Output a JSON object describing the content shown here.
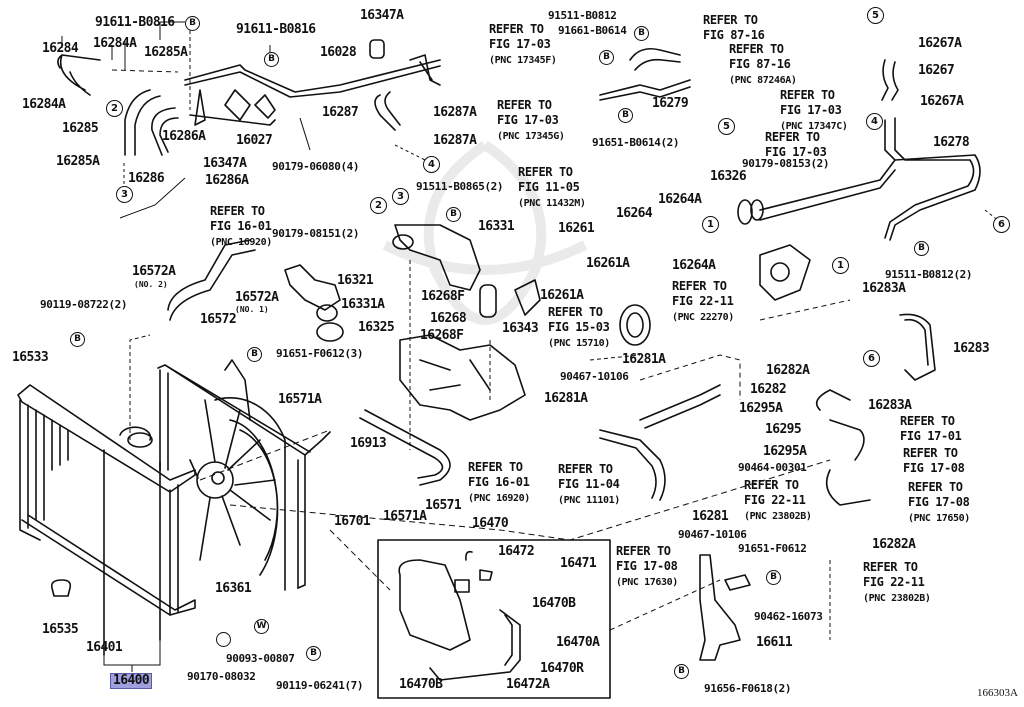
{
  "diagram": {
    "title": "Radiator & Water Outlet parts diagram",
    "figure_code": "166303A",
    "highlight_color": "#9f9fe0",
    "selected_part": "16400",
    "parts": {
      "p16284": "16284",
      "p16284A_a": "16284A",
      "p16284A_b": "16284A",
      "p16285A_a": "16285A",
      "p16285A_b": "16285A",
      "p16285": "16285",
      "p16286A_a": "16286A",
      "p16286A_b": "16286A",
      "p16286": "16286",
      "p16347A_a": "16347A",
      "p16347A_b": "16347A",
      "p16027": "16027",
      "p16028": "16028",
      "p90179_06080": "90179-06080(4)",
      "p91611_a": "91611-B0816",
      "p91611_b": "91611-B0816",
      "p16287": "16287",
      "p16287A_a": "16287A",
      "p16287A_b": "16287A",
      "p91511_B0812": "91511-B0812",
      "p91661_B0614": "91661-B0614",
      "p16279": "16279",
      "p91651_B0614": "91651-B0614(2)",
      "p16267A_a": "16267A",
      "p16267": "16267",
      "p16267A_b": "16267A",
      "p16278": "16278",
      "p90179_08153": "90179-08153(2)",
      "p16326": "16326",
      "p91511_B0865": "91511-B0865(2)",
      "p16331": "16331",
      "p16264": "16264",
      "p16264A_a": "16264A",
      "p16264A_b": "16264A",
      "p16261": "16261",
      "p16261A_a": "16261A",
      "p16261A_b": "16261A",
      "p91511_B0812_2": "91511-B0812(2)",
      "p90179_08151": "90179-08151(2)",
      "p16321": "16321",
      "p16331A": "16331A",
      "p16325": "16325",
      "p16572A_no2": "16572A",
      "no2": "(NO. 2)",
      "p16572A_no1": "16572A",
      "no1": "(NO. 1)",
      "p16572": "16572",
      "p90119_08722": "90119-08722(2)",
      "p16268F_a": "16268F",
      "p16268": "16268",
      "p16268F_b": "16268F",
      "p16343": "16343",
      "p16283A_a": "16283A",
      "p16283": "16283",
      "p16283A_b": "16283A",
      "p16533": "16533",
      "p91651_F0612_3": "91651-F0612(3)",
      "p16571A_a": "16571A",
      "p16913": "16913",
      "p16571": "16571",
      "p16571A_b": "16571A",
      "p16701": "16701",
      "p16361": "16361",
      "p16281A_a": "16281A",
      "p90467_a": "90467-10106",
      "p16281A_b": "16281A",
      "p16282A_a": "16282A",
      "p16282": "16282",
      "p16295A_a": "16295A",
      "p16295": "16295",
      "p16295A_b": "16295A",
      "p90464": "90464-00301",
      "p16281": "16281",
      "p90467_b": "90467-10106",
      "p16470": "16470",
      "p16472": "16472",
      "p16471": "16471",
      "p16470B_a": "16470B",
      "p16470A": "16470A",
      "p16470R": "16470R",
      "p16470B_b": "16470B",
      "p16472A": "16472A",
      "p91651_F0612": "91651-F0612",
      "p90462": "90462-16073",
      "p16611": "16611",
      "p91656": "91656-F0618(2)",
      "p16282A_b": "16282A",
      "p16535": "16535",
      "p16401": "16401",
      "p16400": "16400",
      "p90170": "90170-08032",
      "p90093": "90093-00807",
      "p90119_06241": "90119-06241(7)"
    },
    "refs": {
      "r1": {
        "line1": "REFER TO",
        "line2": "FIG 16-01",
        "pnc": "(PNC 16920)"
      },
      "r2": {
        "line1": "REFER TO",
        "line2": "FIG 17-03",
        "pnc": "(PNC 17345F)"
      },
      "r3": {
        "line1": "REFER TO",
        "line2": "FIG 17-03",
        "pnc": "(PNC 17345G)"
      },
      "r4": {
        "line1": "REFER TO",
        "line2": "FIG 87-16",
        "pnc": ""
      },
      "r5": {
        "line1": "REFER TO",
        "line2": "FIG 87-16",
        "pnc": "(PNC 87246A)"
      },
      "r6": {
        "line1": "REFER TO",
        "line2": "FIG 17-03",
        "pnc": "(PNC 17347C)"
      },
      "r7": {
        "line1": "REFER TO",
        "line2": "FIG 17-03",
        "pnc": ""
      },
      "r8": {
        "line1": "REFER TO",
        "line2": "FIG 11-05",
        "pnc": "(PNC 11432M)"
      },
      "r9": {
        "line1": "REFER TO",
        "line2": "FIG 22-11",
        "pnc": "(PNC 22270)"
      },
      "r10": {
        "line1": "REFER TO",
        "line2": "FIG 15-03",
        "pnc": "(PNC 15710)"
      },
      "r11": {
        "line1": "REFER TO",
        "line2": "FIG 16-01",
        "pnc": "(PNC 16920)"
      },
      "r12": {
        "line1": "REFER TO",
        "line2": "FIG 11-04",
        "pnc": "(PNC 11101)"
      },
      "r13": {
        "line1": "REFER TO",
        "line2": "FIG 17-01",
        "pnc": ""
      },
      "r14": {
        "line1": "REFER TO",
        "line2": "FIG 17-08",
        "pnc": ""
      },
      "r15": {
        "line1": "REFER TO",
        "line2": "FIG 17-08",
        "pnc": "(PNC 17650)"
      },
      "r16": {
        "line1": "REFER TO",
        "line2": "FIG 22-11",
        "pnc": "(PNC 23802B)"
      },
      "r17": {
        "line1": "REFER TO",
        "line2": "FIG 17-08",
        "pnc": "(PNC 17630)"
      },
      "r18": {
        "line1": "REFER TO",
        "line2": "FIG 22-11",
        "pnc": "(PNC 23802B)"
      }
    },
    "callouts": {
      "c1": "1",
      "c2": "2",
      "c3": "3",
      "c4": "4",
      "c5": "5",
      "c6": "6",
      "bolt": "B",
      "washer": "W"
    }
  }
}
